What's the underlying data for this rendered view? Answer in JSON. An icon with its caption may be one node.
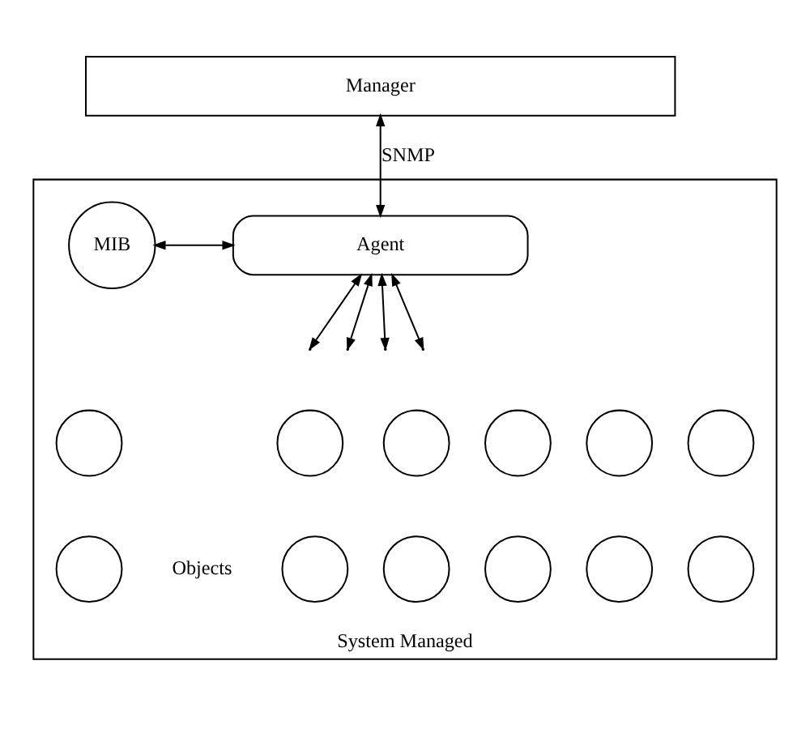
{
  "diagram": {
    "nodes": [
      {
        "text": [
          "Manager"
        ]
      },
      {
        "text": [
          "System Managed"
        ]
      },
      {
        "text": [
          "Agent"
        ],
        "in": 1
      },
      {
        "text": [
          "MIB"
        ],
        "in": 1
      },
      {
        "text": [],
        "shape": "circle",
        "in": 1
      },
      {
        "text": [],
        "shape": "circle",
        "in": 1
      },
      {
        "text": [],
        "shape": "circle",
        "in": 1
      },
      {
        "text": [],
        "shape": "circle",
        "in": 1
      },
      {
        "text": [],
        "shape": "circle",
        "in": 1
      },
      {
        "text": [],
        "shape": "circle",
        "in": 1
      },
      {
        "text": [],
        "shape": "circle",
        "in": 1
      },
      {
        "text": [],
        "shape": "circle",
        "in": 1
      },
      {
        "text": [],
        "shape": "circle",
        "in": 1
      },
      {
        "text": [],
        "shape": "circle",
        "in": 1
      },
      {
        "text": [],
        "shape": "circle",
        "in": 1
      },
      {
        "text": [],
        "shape": "circle",
        "in": 1
      }
    ],
    "edges": [
      {
        "from": 0,
        "to": 2,
        "arrow": "both",
        "label": "SNMP"
      },
      {
        "from": 2,
        "to": 3,
        "arrow": "both"
      },
      {
        "from": 2,
        "to": null,
        "arrow": "both"
      },
      {
        "from": 2,
        "to": null,
        "arrow": "both"
      },
      {
        "from": 2,
        "to": null,
        "arrow": "both"
      },
      {
        "from": 2,
        "to": null,
        "arrow": "both"
      }
    ],
    "labels": [
      "Objects"
    ]
  }
}
